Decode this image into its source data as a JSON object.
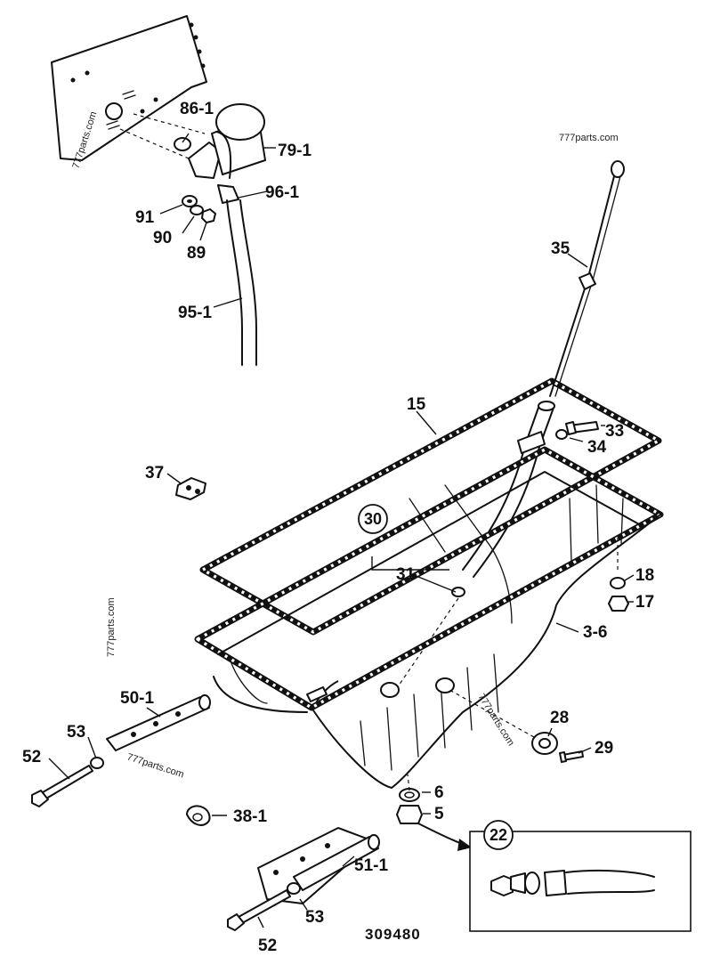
{
  "drawing_number": "309480",
  "watermarks": [
    "777parts.com",
    "777parts.com",
    "777parts.com",
    "777parts.com",
    "777parts.com"
  ],
  "part_labels": {
    "p86_1": "86-1",
    "p79_1": "79-1",
    "p96_1": "96-1",
    "p91": "91",
    "p90": "90",
    "p89": "89",
    "p95_1": "95-1",
    "p35": "35",
    "p15": "15",
    "p33": "33",
    "p34": "34",
    "p37": "37",
    "p30": "30",
    "p31": "31",
    "p18": "18",
    "p17": "17",
    "p3_6": "3-6",
    "p50_1": "50-1",
    "p53a": "53",
    "p52a": "52",
    "p28": "28",
    "p29": "29",
    "p6": "6",
    "p5": "5",
    "p22": "22",
    "p38_1": "38-1",
    "p51_1": "51-1",
    "p53b": "53",
    "p52b": "52"
  }
}
